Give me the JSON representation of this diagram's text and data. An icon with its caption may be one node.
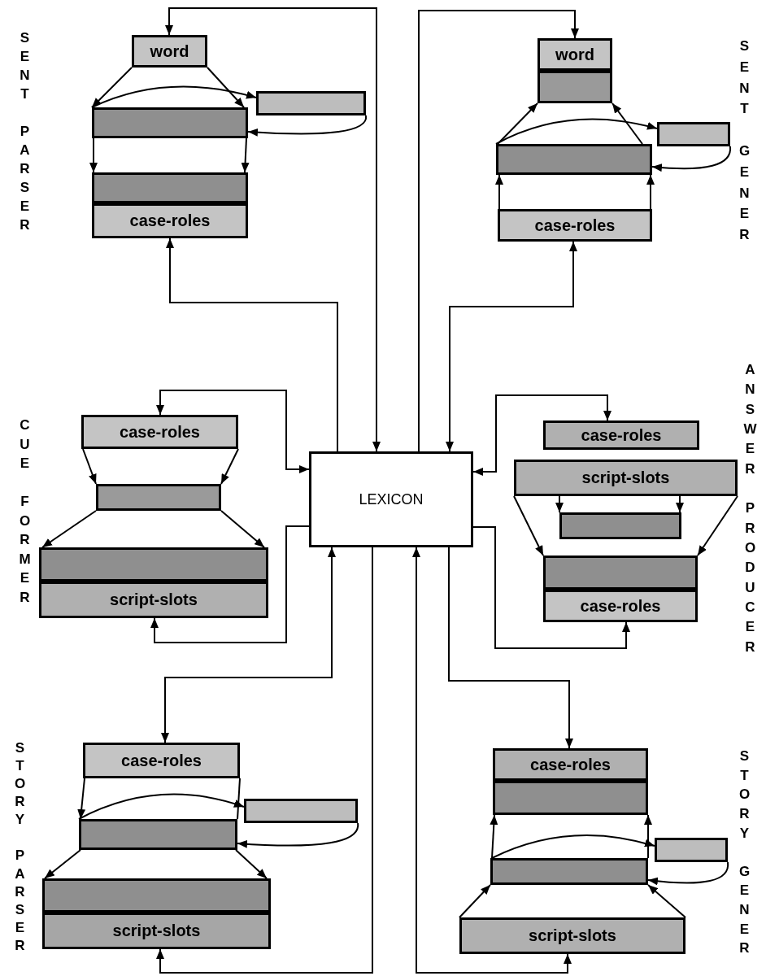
{
  "diagram": {
    "nodes": [
      {
        "text": [
          "word"
        ]
      },
      {
        "text": [],
        "shape": "box"
      },
      {
        "text": [],
        "shape": "box"
      },
      {
        "text": [],
        "shape": "box"
      },
      {
        "text": [
          "case-roles"
        ]
      },
      {
        "text": [
          "word"
        ]
      },
      {
        "text": [],
        "shape": "box"
      },
      {
        "text": [],
        "shape": "box"
      },
      {
        "text": [],
        "shape": "box"
      },
      {
        "text": [
          "case-roles"
        ]
      },
      {
        "text": [
          "case-roles"
        ]
      },
      {
        "text": [],
        "shape": "box"
      },
      {
        "text": [],
        "shape": "box"
      },
      {
        "text": [
          "script-slots"
        ]
      },
      {
        "text": [
          "LEXICON"
        ]
      },
      {
        "text": [
          "case-roles"
        ]
      },
      {
        "text": [
          "script-slots"
        ]
      },
      {
        "text": [],
        "shape": "box"
      },
      {
        "text": [],
        "shape": "box"
      },
      {
        "text": [
          "case-roles"
        ]
      },
      {
        "text": [
          "case-roles"
        ]
      },
      {
        "text": [],
        "shape": "box"
      },
      {
        "text": [],
        "shape": "box"
      },
      {
        "text": [],
        "shape": "box"
      },
      {
        "text": [
          "script-slots"
        ]
      },
      {
        "text": [
          "case-roles"
        ]
      },
      {
        "text": [],
        "shape": "box"
      },
      {
        "text": [],
        "shape": "box"
      },
      {
        "text": [],
        "shape": "box"
      },
      {
        "text": [
          "script-slots"
        ]
      }
    ],
    "edges": [
      {
        "from": 0,
        "to": 1,
        "arrow": "to"
      },
      {
        "from": 0,
        "to": 1,
        "arrow": "to"
      },
      {
        "from": 1,
        "to": 2,
        "arrow": "to"
      },
      {
        "from": 2,
        "to": 1,
        "arrow": "to"
      },
      {
        "from": 1,
        "to": 3,
        "arrow": "to"
      },
      {
        "from": 1,
        "to": 3,
        "arrow": "to"
      },
      {
        "from": 0,
        "to": 14,
        "arrow": "both"
      },
      {
        "from": 14,
        "to": 4,
        "arrow": "to"
      },
      {
        "from": 9,
        "to": 8,
        "arrow": "to"
      },
      {
        "from": 9,
        "to": 8,
        "arrow": "to"
      },
      {
        "from": 8,
        "to": 7,
        "arrow": "to"
      },
      {
        "from": 7,
        "to": 8,
        "arrow": "to"
      },
      {
        "from": 8,
        "to": 6,
        "arrow": "to"
      },
      {
        "from": 8,
        "to": 6,
        "arrow": "to"
      },
      {
        "from": 14,
        "to": 5,
        "arrow": "to"
      },
      {
        "from": 9,
        "to": 14,
        "arrow": "both"
      },
      {
        "from": 10,
        "to": 11,
        "arrow": "to"
      },
      {
        "from": 10,
        "to": 11,
        "arrow": "to"
      },
      {
        "from": 11,
        "to": 12,
        "arrow": "to"
      },
      {
        "from": 11,
        "to": 12,
        "arrow": "to"
      },
      {
        "from": 10,
        "to": 14,
        "arrow": "both"
      },
      {
        "from": 14,
        "to": 13,
        "arrow": "to"
      },
      {
        "from": 16,
        "to": 17,
        "arrow": "to"
      },
      {
        "from": 16,
        "to": 17,
        "arrow": "to"
      },
      {
        "from": 16,
        "to": 18,
        "arrow": "to"
      },
      {
        "from": 16,
        "to": 18,
        "arrow": "to"
      },
      {
        "from": 15,
        "to": 14,
        "arrow": "both"
      },
      {
        "from": 14,
        "to": 19,
        "arrow": "to"
      },
      {
        "from": 20,
        "to": 22,
        "arrow": "to"
      },
      {
        "from": 20,
        "to": 22,
        "arrow": "none"
      },
      {
        "from": 22,
        "to": 21,
        "arrow": "to"
      },
      {
        "from": 21,
        "to": 22,
        "arrow": "to"
      },
      {
        "from": 22,
        "to": 23,
        "arrow": "to"
      },
      {
        "from": 22,
        "to": 23,
        "arrow": "to"
      },
      {
        "from": 20,
        "to": 14,
        "arrow": "both"
      },
      {
        "from": 14,
        "to": 24,
        "arrow": "to"
      },
      {
        "from": 29,
        "to": 28,
        "arrow": "to"
      },
      {
        "from": 29,
        "to": 28,
        "arrow": "to"
      },
      {
        "from": 28,
        "to": 27,
        "arrow": "to"
      },
      {
        "from": 27,
        "to": 28,
        "arrow": "to"
      },
      {
        "from": 28,
        "to": 26,
        "arrow": "to"
      },
      {
        "from": 28,
        "to": 26,
        "arrow": "to"
      },
      {
        "from": 29,
        "to": 14,
        "arrow": "both"
      },
      {
        "from": 14,
        "to": 25,
        "arrow": "to"
      }
    ],
    "labels": [
      "SENT PARSER",
      "SENT GENER",
      "CUE FORMER",
      "ANSWER PRODUCER",
      "STORY PARSER",
      "STORY GENER"
    ]
  }
}
